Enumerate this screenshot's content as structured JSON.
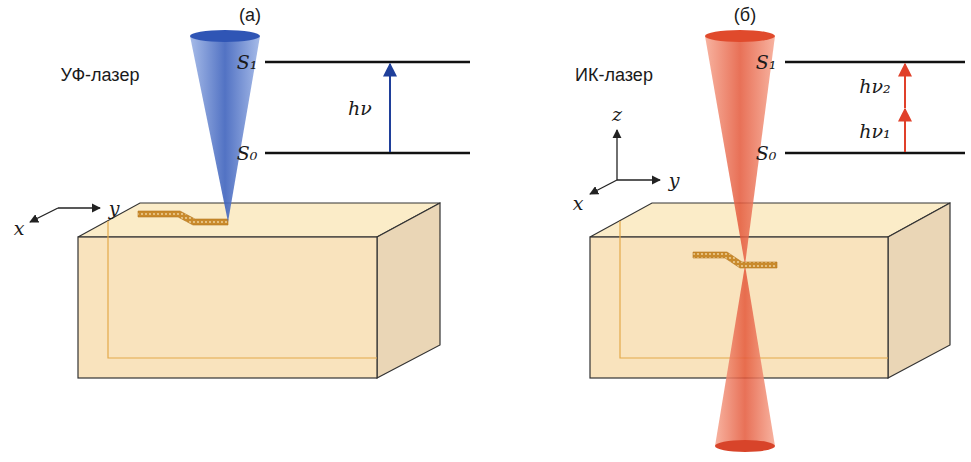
{
  "diagram": {
    "labels": [
      "(а)",
      "УФ-лазер",
      "S₁",
      "hν",
      "S₀",
      "y",
      "x",
      "(б)",
      "ИК-лазер",
      "S₁",
      "hν₂",
      "hν₁",
      "S₀",
      "z",
      "y",
      "x"
    ]
  }
}
